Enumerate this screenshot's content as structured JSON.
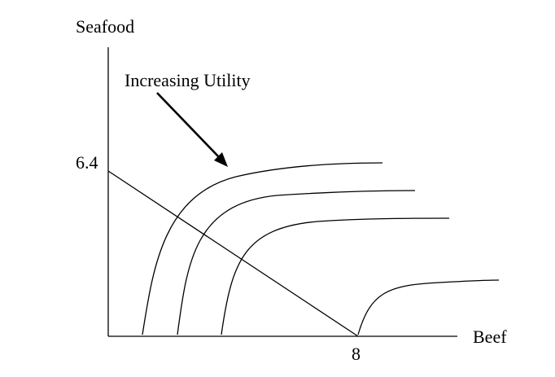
{
  "chart_data": {
    "type": "line",
    "ylabel": "Seafood",
    "xlabel": "Beef",
    "x_intercept_label": "8",
    "y_intercept_label": "6.4",
    "budget_line": {
      "x": [
        0,
        8
      ],
      "y": [
        6.4,
        0
      ]
    },
    "annotation": "Increasing Utility",
    "grid": false,
    "colors": {
      "ink": "#000000",
      "background": "#ffffff"
    }
  }
}
